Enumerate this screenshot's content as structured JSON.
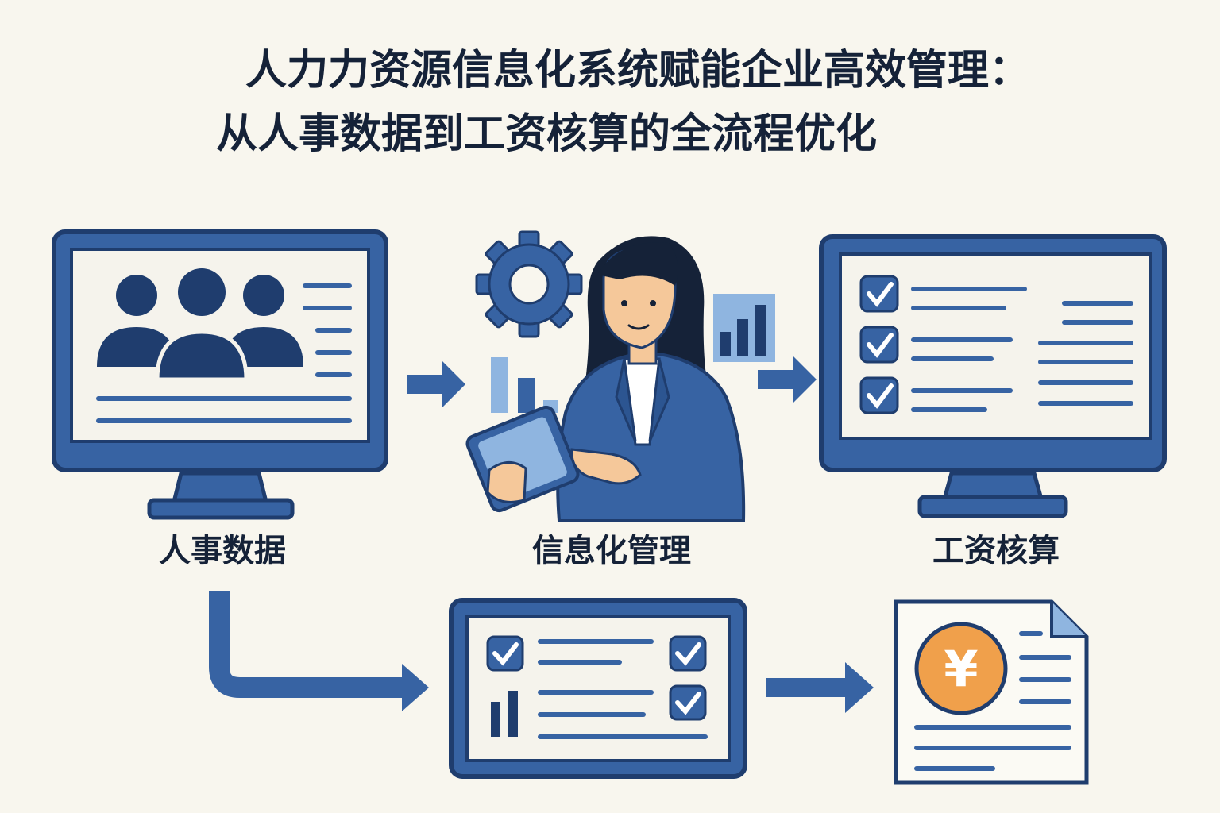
{
  "title": {
    "line1": "人力力资源信息化系统赋能企业高效管理：",
    "line2": "从人事数据到工资核算的全流程优化"
  },
  "steps": {
    "hr_data": "人事数据",
    "info_management": "信息化管理",
    "payroll": "工资核算"
  },
  "icons": {
    "currency_symbol": "¥"
  },
  "colors": {
    "navy": "#1f3d6e",
    "blue": "#3763a3",
    "light_blue": "#5b8bc6",
    "pale_blue": "#e8eef7",
    "orange": "#f0a04b",
    "background": "#f8f6ee"
  }
}
